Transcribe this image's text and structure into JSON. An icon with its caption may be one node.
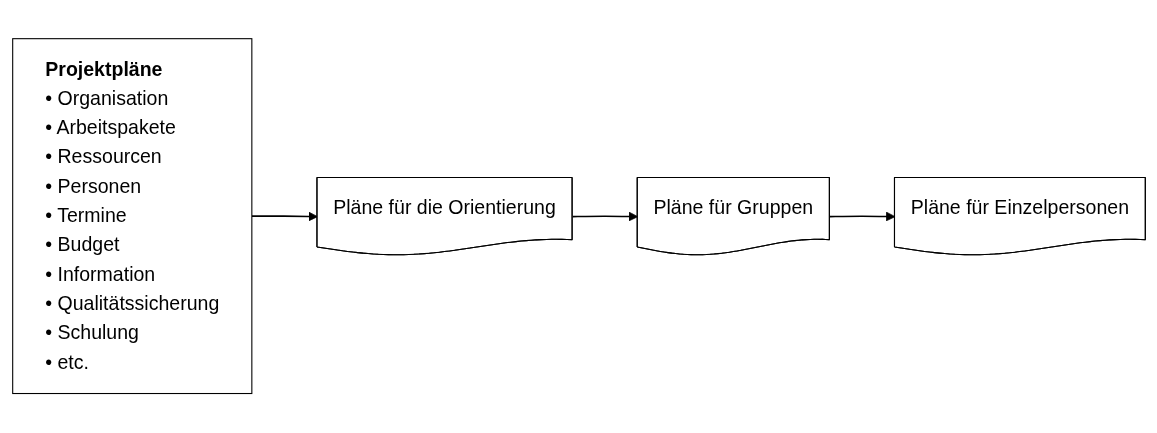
{
  "diagram": {
    "nodes": [
      {
        "text": [
          "Projektpläne",
          "• Organisation",
          "• Arbeitspakete",
          "• Ressourcen",
          "• Personen",
          "• Termine",
          "• Budget",
          "• Information",
          "• Qualitätssicherung",
          "• Schulung",
          "• etc."
        ]
      },
      {
        "text": [
          "Pläne für die Orientierung"
        ]
      },
      {
        "text": [
          "Pläne für Gruppen"
        ]
      },
      {
        "text": [
          "Pläne für Einzelpersonen"
        ]
      }
    ],
    "edges": [
      {
        "from": 0,
        "to": 1,
        "arrow": "to"
      },
      {
        "from": 1,
        "to": 2,
        "arrow": "to"
      },
      {
        "from": 2,
        "to": 3,
        "arrow": "to"
      }
    ]
  }
}
